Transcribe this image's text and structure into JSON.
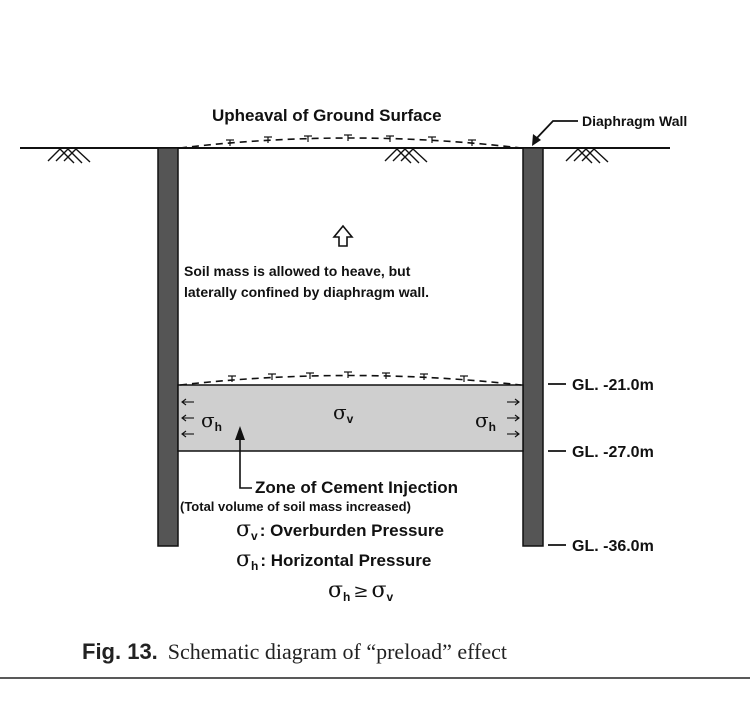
{
  "labels": {
    "upheaval": "Upheaval of Ground Surface",
    "diaphragm_wall": "Diaphragm Wall",
    "heave_line1": "Soil mass is allowed to heave, but",
    "heave_line2": "laterally confined by diaphragm wall.",
    "zone_title": "Zone of Cement Injection",
    "zone_note": "(Total volume of soil mass increased)",
    "sigma_v_desc": ": Overburden Pressure",
    "sigma_h_desc": ": Horizontal Pressure"
  },
  "symbols": {
    "sigma": "σ",
    "sub_v": "v",
    "sub_h": "h",
    "geq": "≥"
  },
  "levels": [
    {
      "label": "GL. -21.0m"
    },
    {
      "label": "GL. -27.0m"
    },
    {
      "label": "GL. -36.0m"
    }
  ],
  "caption": {
    "prefix": "Fig. 13.",
    "text": "Schematic diagram of “preload” effect"
  },
  "colors": {
    "wall": "#555555",
    "zone_fill": "#cfcfcf",
    "line": "#111111"
  }
}
